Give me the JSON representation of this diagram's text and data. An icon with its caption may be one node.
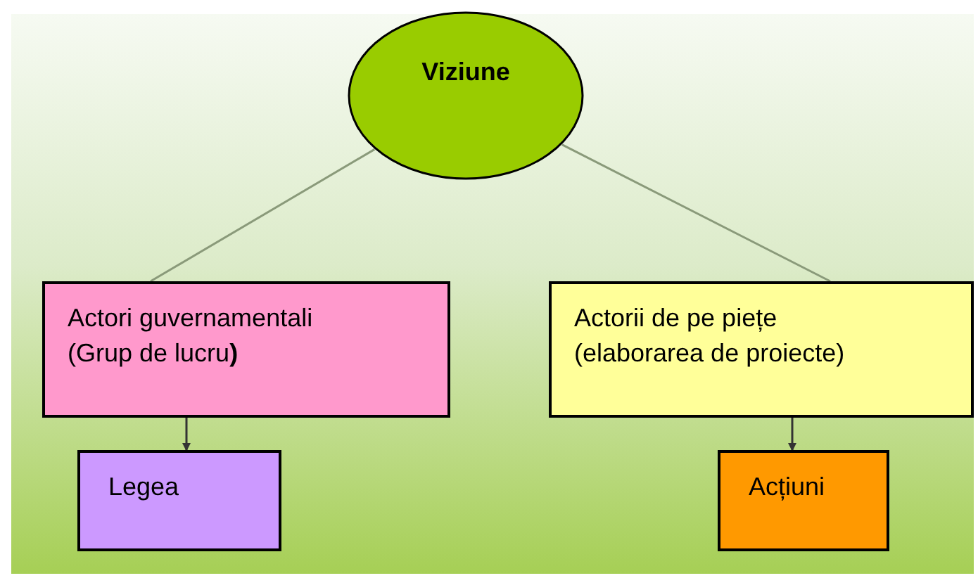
{
  "diagram": {
    "nodes": [
      {
        "text": [
          "Viziune"
        ]
      },
      {
        "text": [
          "Actori guvernamentali (Grup de lucru**)**"
        ]
      },
      {
        "text": [
          "Actorii de pe piețe (elaborarea de proiecte)"
        ]
      },
      {
        "text": [
          "Legea"
        ]
      },
      {
        "text": [
          "Acțiuni"
        ]
      }
    ],
    "edges": [
      {
        "from": 0,
        "to": 1,
        "arrow": "none"
      },
      {
        "from": 0,
        "to": 2,
        "arrow": "none"
      },
      {
        "from": 1,
        "to": 3,
        "arrow": "to",
        "color": "#333333"
      },
      {
        "from": 2,
        "to": 4,
        "arrow": "to",
        "color": "#333333"
      }
    ]
  }
}
